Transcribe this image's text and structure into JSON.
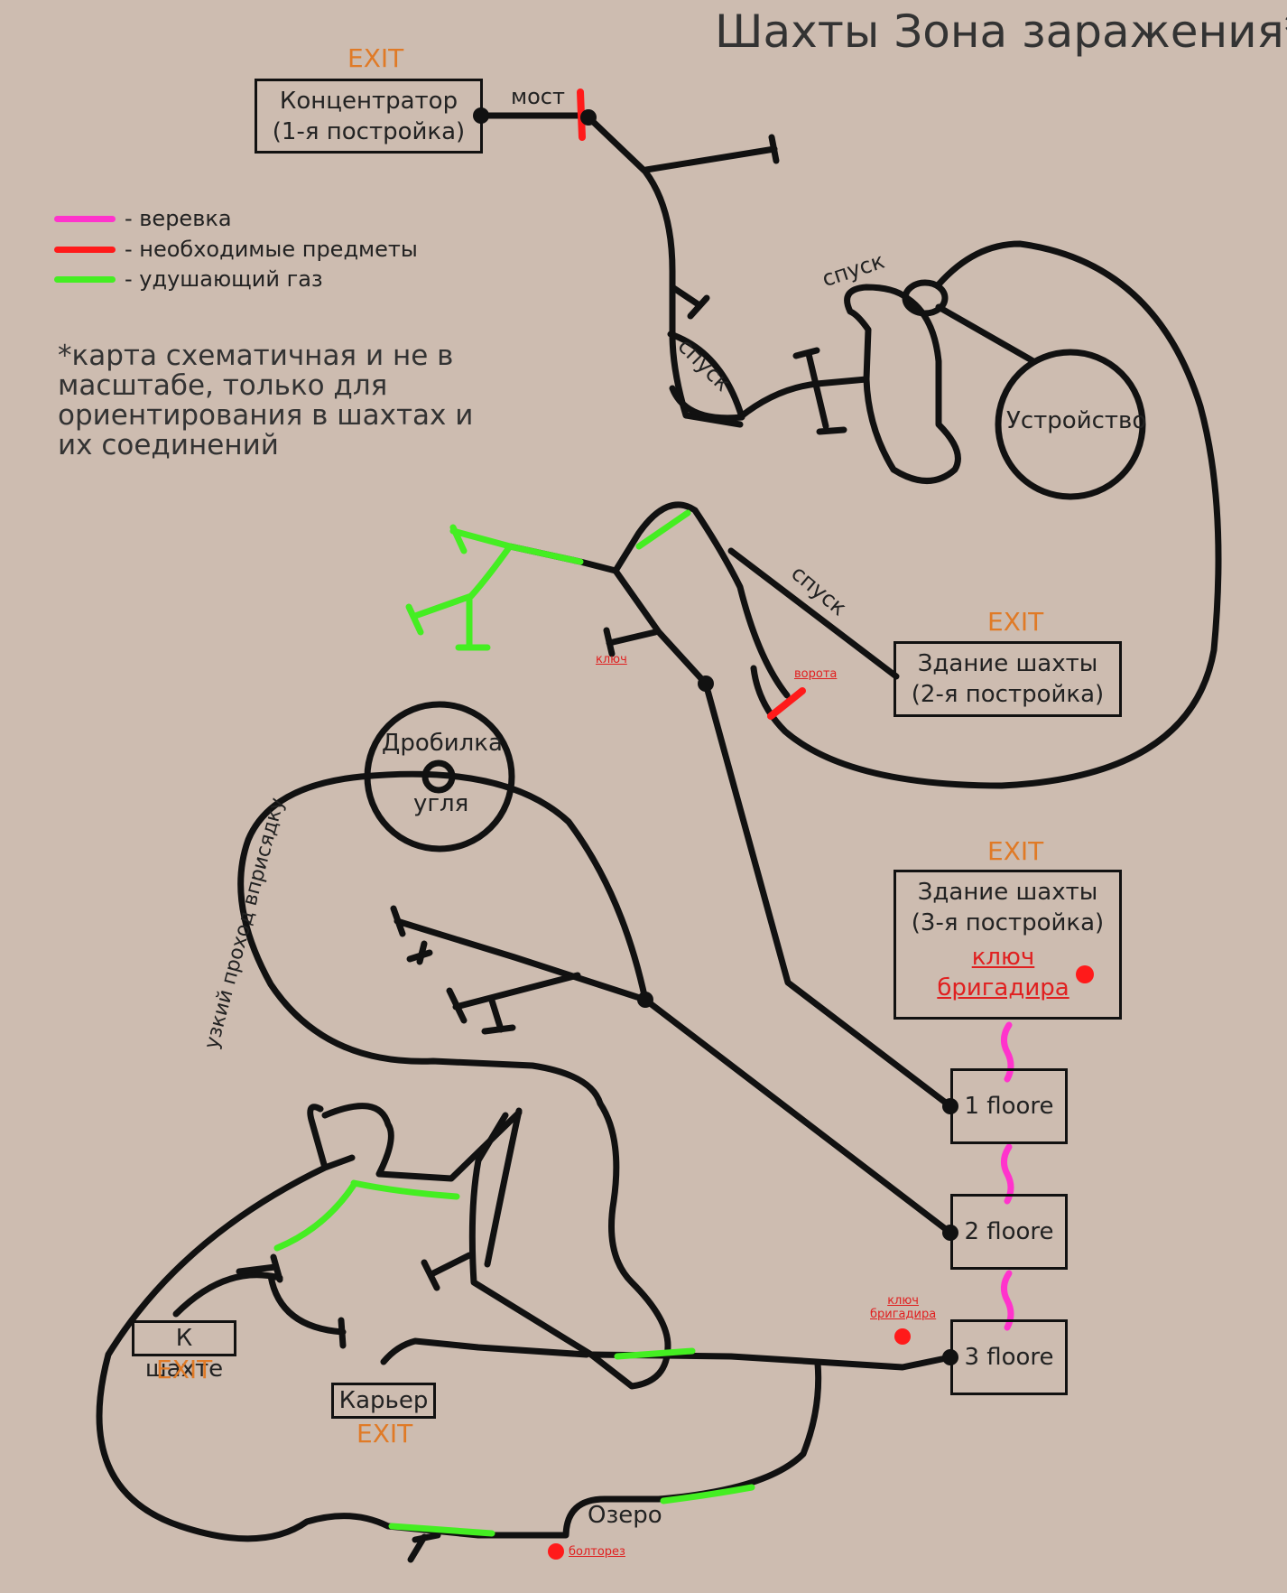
{
  "title": "Шахты Зона заражения*",
  "legend": [
    {
      "label": "- веревка",
      "color": "#ff33cc"
    },
    {
      "label": "- необходимые предметы",
      "color": "#ff1a1a"
    },
    {
      "label": "- удушающий газ",
      "color": "#44ee22"
    }
  ],
  "note": [
    "*карта схематичная и не в",
    "масштабе, только для",
    "ориентирования в шахтах и",
    "их соединений"
  ],
  "exit_label": "EXIT",
  "locations": {
    "concentrator": [
      "Концентратор",
      "(1-я постройка)"
    ],
    "device": "Устройство",
    "mine_building_2": [
      "Здание шахты",
      "(2-я постройка)"
    ],
    "crusher": [
      "Дробилка",
      "угля"
    ],
    "mine_building_3": [
      "Здание шахты",
      "(3-я постройка)"
    ],
    "foreman_key": [
      "ключ",
      "бригадира"
    ],
    "floor_1": "1 floore",
    "floor_2": "2 floore",
    "floor_3": "3 floore",
    "to_mine": "К шахте",
    "quarry": "Карьер",
    "lake": "Озеро"
  },
  "path_labels": {
    "bridge": "мост",
    "descent": "спуск",
    "narrow_passage": "узкий проход вприсядку"
  },
  "items": {
    "key": "ключ",
    "gate": "ворота",
    "foreman_key_small": [
      "ключ",
      "бригадира"
    ],
    "bolt_cutter": "болторез"
  },
  "colors": {
    "tunnel": "#111111",
    "rope": "#ff33cc",
    "required": "#ff1a1a",
    "gas": "#44ee22",
    "exit": "#e07a26",
    "background": "#cdbcb0"
  }
}
